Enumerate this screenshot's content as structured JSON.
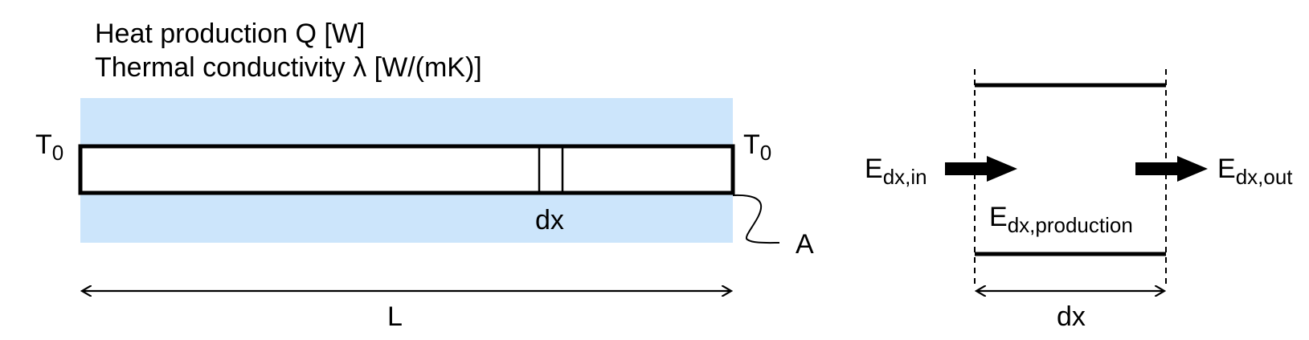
{
  "rod_diagram": {
    "heat_label": "Heat production Q [W]",
    "conductivity_label": "Thermal conductivity λ [W/(mK)]",
    "left_temp": {
      "main": "T",
      "sub": "0"
    },
    "right_temp": {
      "main": "T",
      "sub": "0"
    },
    "element_label": "dx",
    "area_label": "A",
    "length_label": "L",
    "insulation_color": "#cce5fb"
  },
  "element_diagram": {
    "energy_in": {
      "main": "E",
      "sub": "dx,in"
    },
    "energy_out": {
      "main": "E",
      "sub": "dx,out"
    },
    "energy_production": {
      "main": "E",
      "sub": "dx,production"
    },
    "width_label": "dx"
  }
}
